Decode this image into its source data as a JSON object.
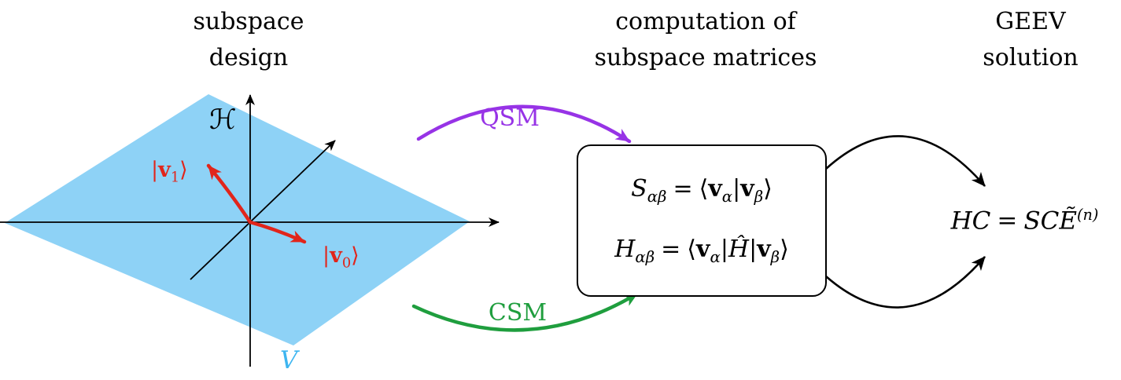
{
  "colors": {
    "plane-fill": "#8ed2f6",
    "red": "#e1251b",
    "purple": "#9733e6",
    "green": "#1f9e3e",
    "blue-v": "#3db5f0",
    "ink": "#000000"
  },
  "headers": {
    "left": {
      "line1": "subspace",
      "line2": "design"
    },
    "middle": {
      "line1": "computation of",
      "line2": "subspace matrices"
    },
    "right": {
      "line1": "GEEV",
      "line2": "solution"
    }
  },
  "plane": {
    "hilbert_label": "ℋ",
    "subspace_label": "V",
    "v1": {
      "bar": "|",
      "v": "v",
      "sub": "1",
      "ket": "⟩"
    },
    "v0": {
      "bar": "|",
      "v": "v",
      "sub": "0",
      "ket": "⟩"
    }
  },
  "flow": {
    "qsm_label": "QSM",
    "csm_label": "CSM"
  },
  "box": {
    "eq_s": {
      "lhs": "S",
      "lhs_sub": "αβ",
      "rel": "=",
      "lang": "⟨",
      "v1": "v",
      "sub1": "α",
      "mid": "|",
      "v2": "v",
      "sub2": "β",
      "rang": "⟩"
    },
    "eq_h": {
      "lhs": "H",
      "lhs_sub": "αβ",
      "rel": "=",
      "lang": "⟨",
      "v1": "v",
      "sub1": "α",
      "mid1": "|",
      "op": "Ĥ",
      "mid2": "|",
      "v2": "v",
      "sub2": "β",
      "rang": "⟩"
    }
  },
  "geev": {
    "eq": {
      "lhs": "HC",
      "rel": "=",
      "rhs1": "SC",
      "rhs2": "Ẽ",
      "sup": "(n)"
    }
  }
}
